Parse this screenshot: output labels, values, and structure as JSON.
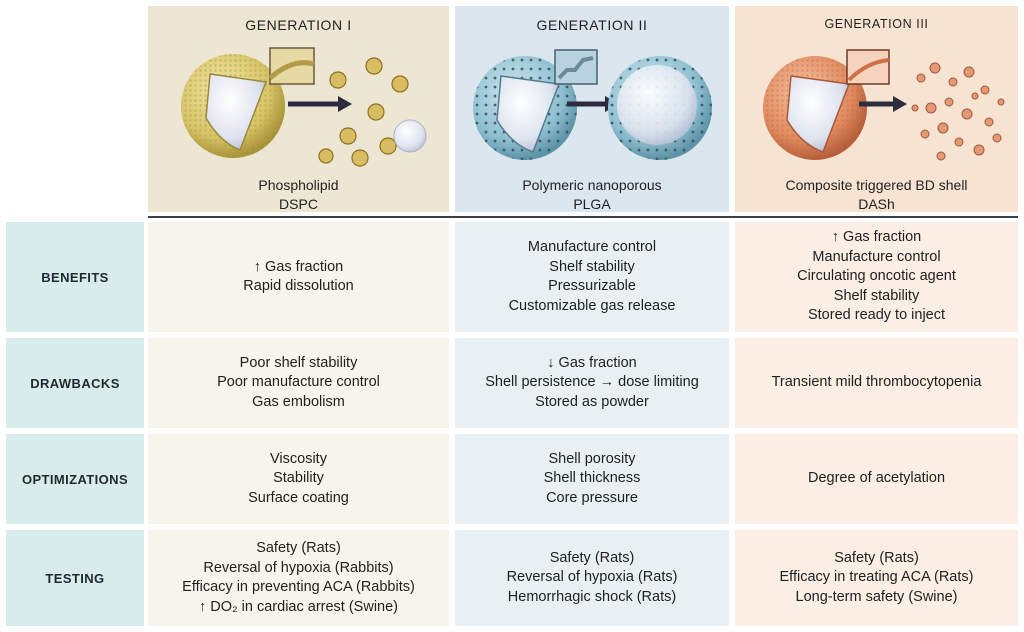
{
  "generations": [
    {
      "title": "GENERATION I",
      "lines": [
        "Phospholipid",
        "DSPC"
      ],
      "bg": "#ece6d2"
    },
    {
      "title": "GENERATION II",
      "lines": [
        "Polymeric nanoporous",
        "PLGA"
      ],
      "bg": "#dbe6ee"
    },
    {
      "title": "GENERATION III",
      "lines": [
        "Composite triggered BD shell",
        "DASh"
      ],
      "bg": "#f7e3d2"
    }
  ],
  "rows": [
    {
      "label": "BENEFITS",
      "cells": [
        [
          "↑ Gas fraction",
          "Rapid dissolution"
        ],
        [
          "Manufacture control",
          "Shelf stability",
          "Pressurizable",
          "Customizable gas release"
        ],
        [
          "↑ Gas fraction",
          "Manufacture control",
          "Circulating oncotic agent",
          "Shelf stability",
          "Stored ready to inject"
        ]
      ]
    },
    {
      "label": "DRAWBACKS",
      "cells": [
        [
          "Poor shelf stability",
          "Poor manufacture control",
          "Gas embolism"
        ],
        [
          "↓ Gas fraction",
          "Shell persistence → dose limiting",
          "Stored as powder"
        ],
        [
          "Transient mild thrombocytopenia"
        ]
      ]
    },
    {
      "label": "OPTIMIZATIONS",
      "cells": [
        [
          "Viscosity",
          "Stability",
          "Surface coating"
        ],
        [
          "Shell porosity",
          "Shell thickness",
          "Core pressure"
        ],
        [
          "Degree of acetylation"
        ]
      ]
    },
    {
      "label": "TESTING",
      "cells": [
        [
          "Safety (Rats)",
          "Reversal of hypoxia (Rabbits)",
          "Efficacy in preventing ACA (Rabbits)",
          "↑ DO₂ in cardiac arrest (Swine)"
        ],
        [
          "Safety (Rats)",
          "Reversal of hypoxia (Rats)",
          "Hemorrhagic shock (Rats)"
        ],
        [
          "Safety (Rats)",
          "Efficacy in treating ACA (Rats)",
          "Long-term safety (Swine)"
        ]
      ]
    }
  ]
}
